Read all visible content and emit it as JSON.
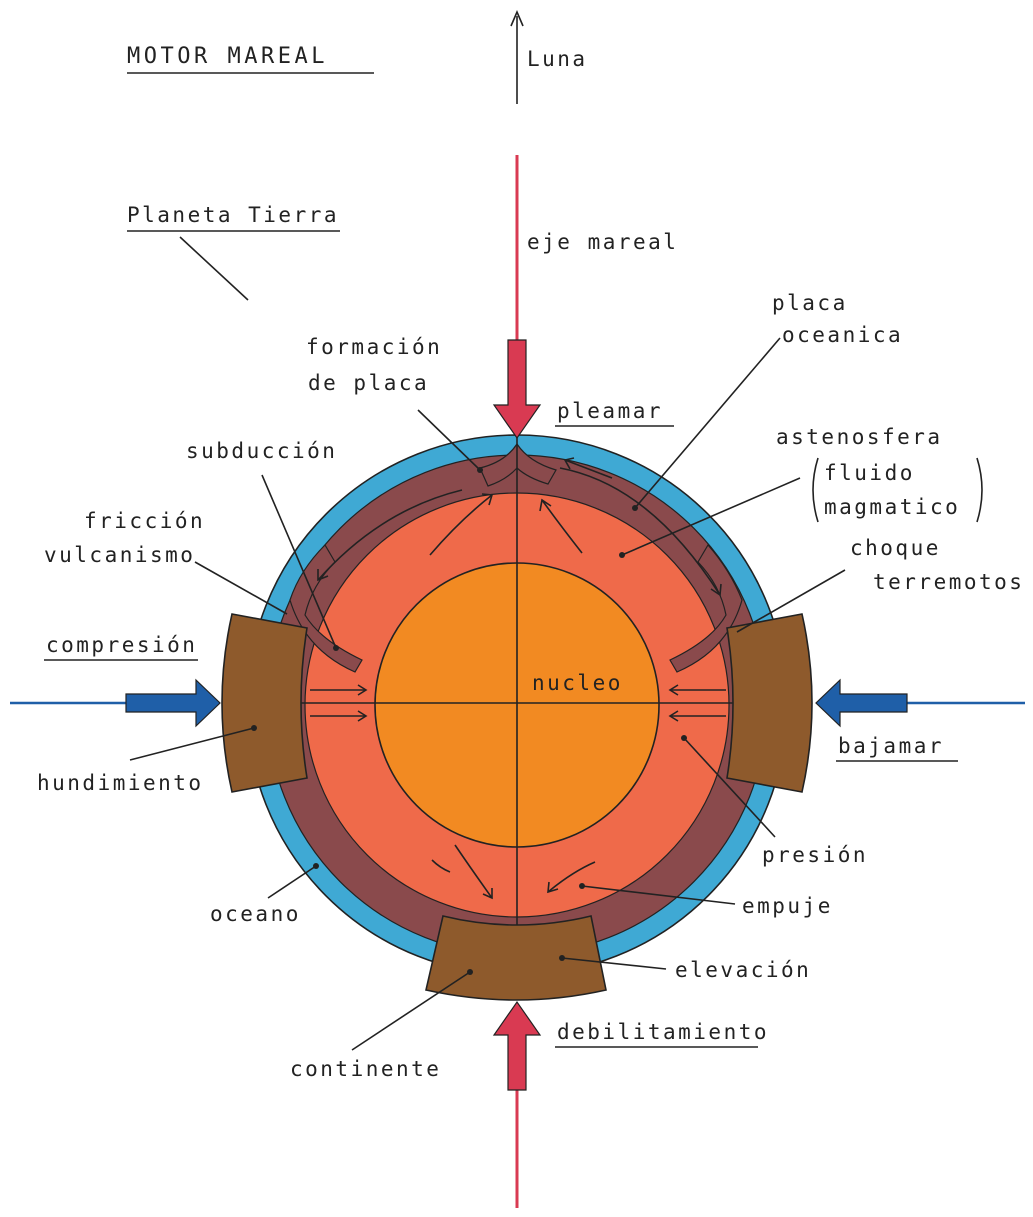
{
  "title": "MOTOR MAREAL",
  "labels": {
    "luna": "Luna",
    "planeta": "Planeta Tierra",
    "eje": "eje mareal",
    "placa_oceanica_1": "placa",
    "placa_oceanica_2": "oceanica",
    "formacion_1": "formación",
    "formacion_2": "de placa",
    "pleamar": "pleamar",
    "astenosfera": "astenosfera",
    "fluido_1": "fluido",
    "fluido_2": "magmatico",
    "subduccion": "subducción",
    "friccion_1": "fricción",
    "friccion_2": "vulcanismo",
    "choque_1": "choque",
    "choque_2": "terremotos",
    "compresion": "compresión",
    "nucleo": "nucleo",
    "bajamar": "bajamar",
    "hundimiento": "hundimiento",
    "presion": "presión",
    "empuje": "empuje",
    "oceano": "oceano",
    "elevacion": "elevación",
    "continente": "continente",
    "debilitamiento": "debilitamiento"
  },
  "colors": {
    "ocean": "#3fa9d4",
    "plate": "#8a4a4c",
    "asthenosphere": "#ef6a4a",
    "core": "#f28a22",
    "continent": "#8e5a2c",
    "tidal_axis": "#d93a52",
    "compression_arrow": "#1f5fa8"
  }
}
